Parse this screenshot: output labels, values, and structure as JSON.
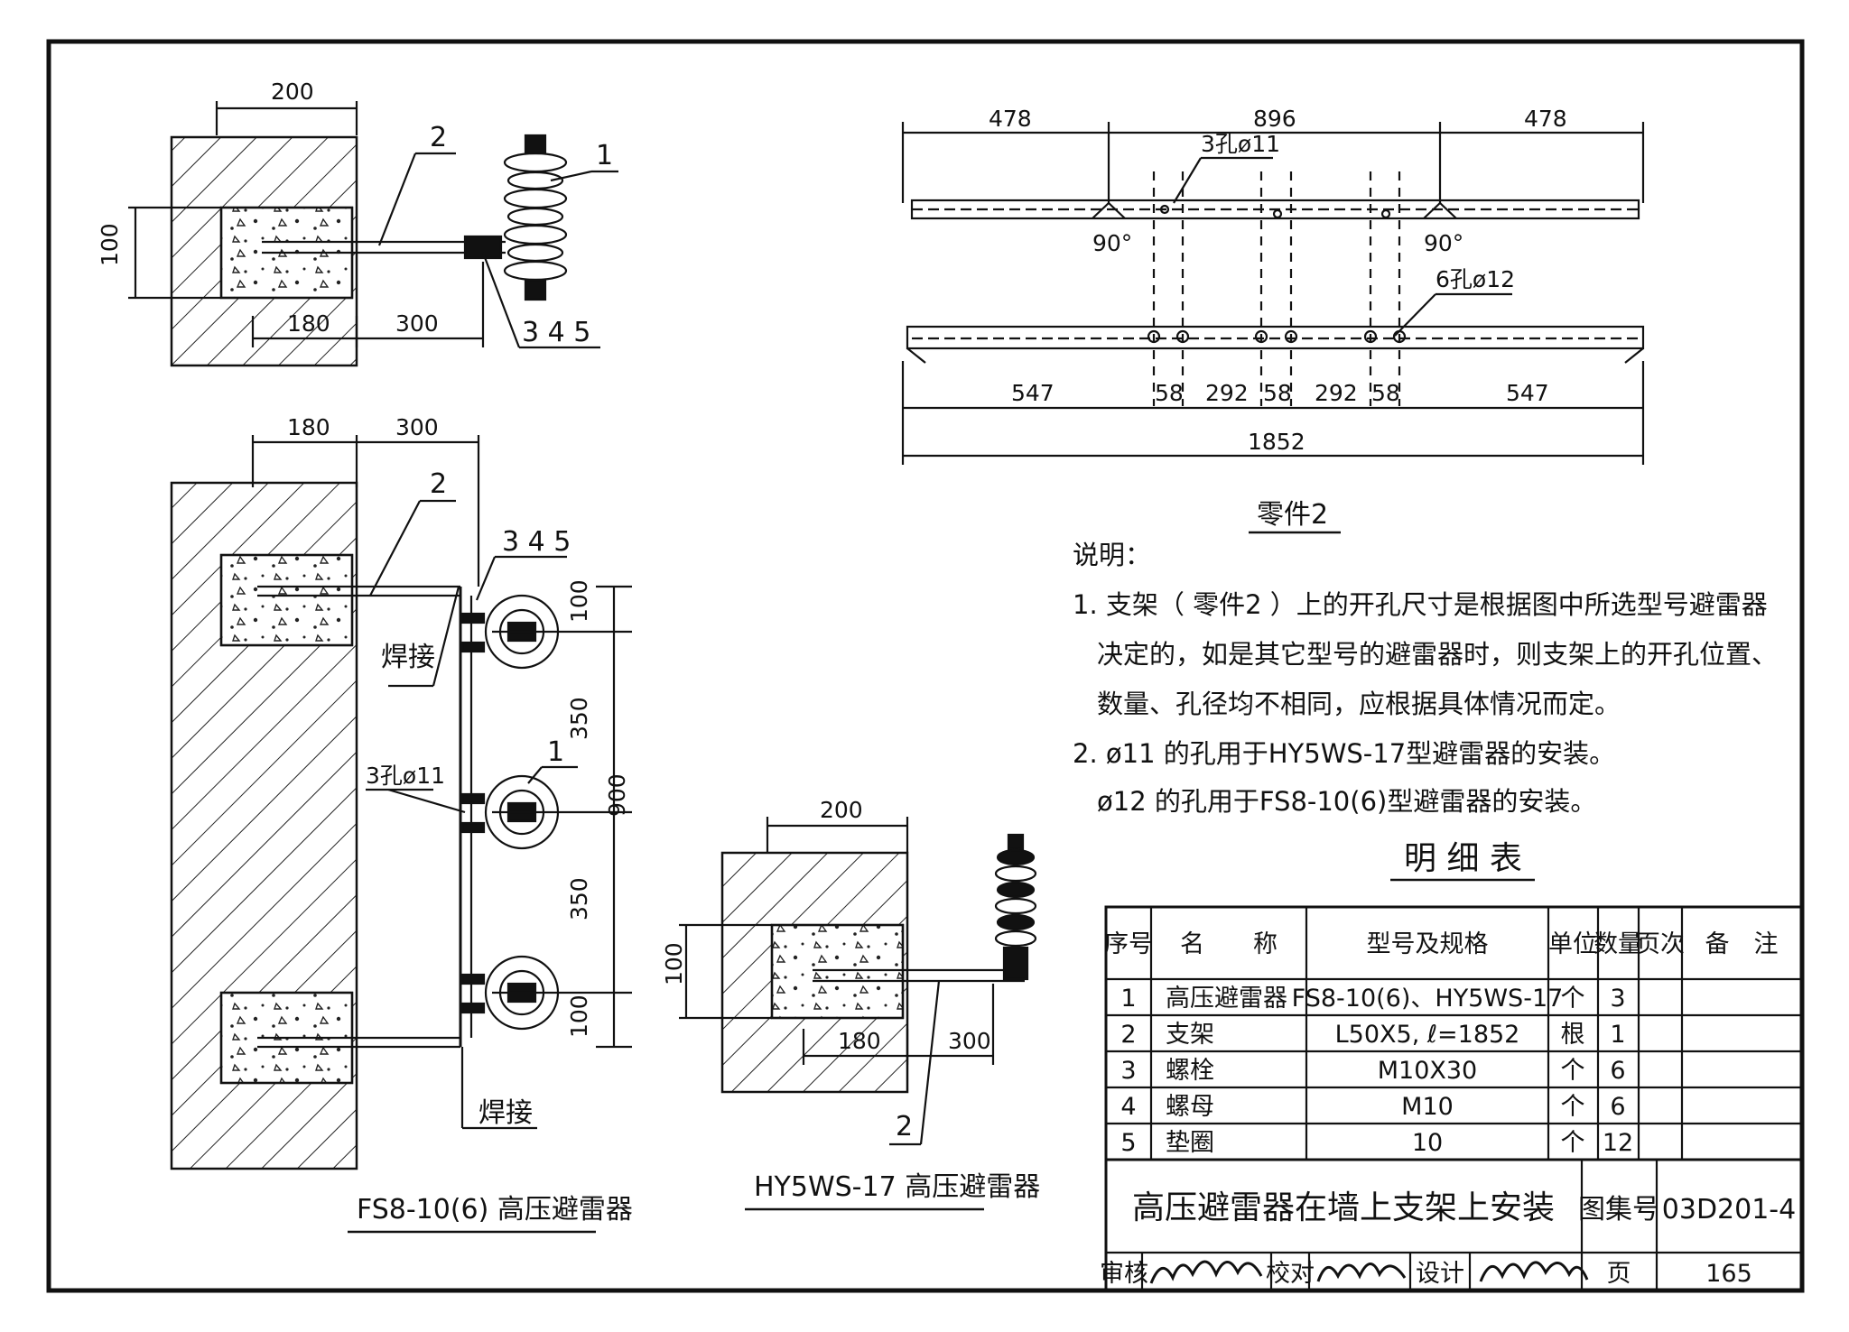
{
  "top_left_view": {
    "dim_width": "200",
    "dim_height": "100",
    "dim_embed": "180",
    "dim_arm": "300",
    "callout_bracket": "2",
    "callout_arrester": "1",
    "callout_fasteners": "3 4 5"
  },
  "front_view": {
    "dim_embed": "180",
    "dim_arm": "300",
    "callout_bracket": "2",
    "callout_fasteners": "3 4 5",
    "weld_label_upper": "焊接",
    "weld_label_lower": "焊接",
    "holes_label": "3孔ø11",
    "callout_arrester": "1",
    "dim_top_gap": "100",
    "dim_spacing_1": "350",
    "dim_spacing_2": "350",
    "dim_bottom_gap": "100",
    "dim_total": "900",
    "caption": "FS8-10(6) 高压避雷器"
  },
  "side_view_hy": {
    "dim_width": "200",
    "dim_height": "100",
    "dim_embed": "180",
    "dim_arm": "300",
    "callout_bracket": "2",
    "caption": "HY5WS-17 高压避雷器"
  },
  "part2": {
    "top_dims": [
      "478",
      "896",
      "478"
    ],
    "holes_11_label": "3孔ø11",
    "angle_left": "90°",
    "angle_right": "90°",
    "holes_12_label": "6孔ø12",
    "bottom_dims": [
      "547",
      "58",
      "292",
      "58",
      "292",
      "58",
      "547"
    ],
    "total_dim": "1852",
    "caption": "零件2"
  },
  "notes": {
    "heading": "说明：",
    "lines": [
      "1. 支架（ 零件2 ）上的开孔尺寸是根据图中所选型号避雷器",
      "决定的，如是其它型号的避雷器时，则支架上的开孔位置、",
      "数量、孔径均不相同，应根据具体情况而定。",
      "2. ø11 的孔用于HY5WS-17型避雷器的安装。",
      "ø12 的孔用于FS8-10(6)型避雷器的安装。"
    ]
  },
  "bom": {
    "title": "明 细 表",
    "headers": [
      "序号",
      "名　　称",
      "型号及规格",
      "单位",
      "数量",
      "页次",
      "备　注"
    ],
    "rows": [
      [
        "1",
        "高压避雷器",
        "FS8-10(6)、HY5WS-17",
        "个",
        "3",
        "",
        ""
      ],
      [
        "2",
        "支架",
        "L50X5, ℓ=1852",
        "根",
        "1",
        "",
        ""
      ],
      [
        "3",
        "螺栓",
        "M10X30",
        "个",
        "6",
        "",
        ""
      ],
      [
        "4",
        "螺母",
        "M10",
        "个",
        "6",
        "",
        ""
      ],
      [
        "5",
        "垫圈",
        "10",
        "个",
        "12",
        "",
        ""
      ]
    ]
  },
  "title_block": {
    "title": "高压避雷器在墙上支架上安装",
    "atlas_label": "图集号",
    "atlas_no": "03D201-4",
    "review_label": "审核",
    "check_label": "校对",
    "design_label": "设计",
    "page_label": "页",
    "page_no": "165"
  }
}
